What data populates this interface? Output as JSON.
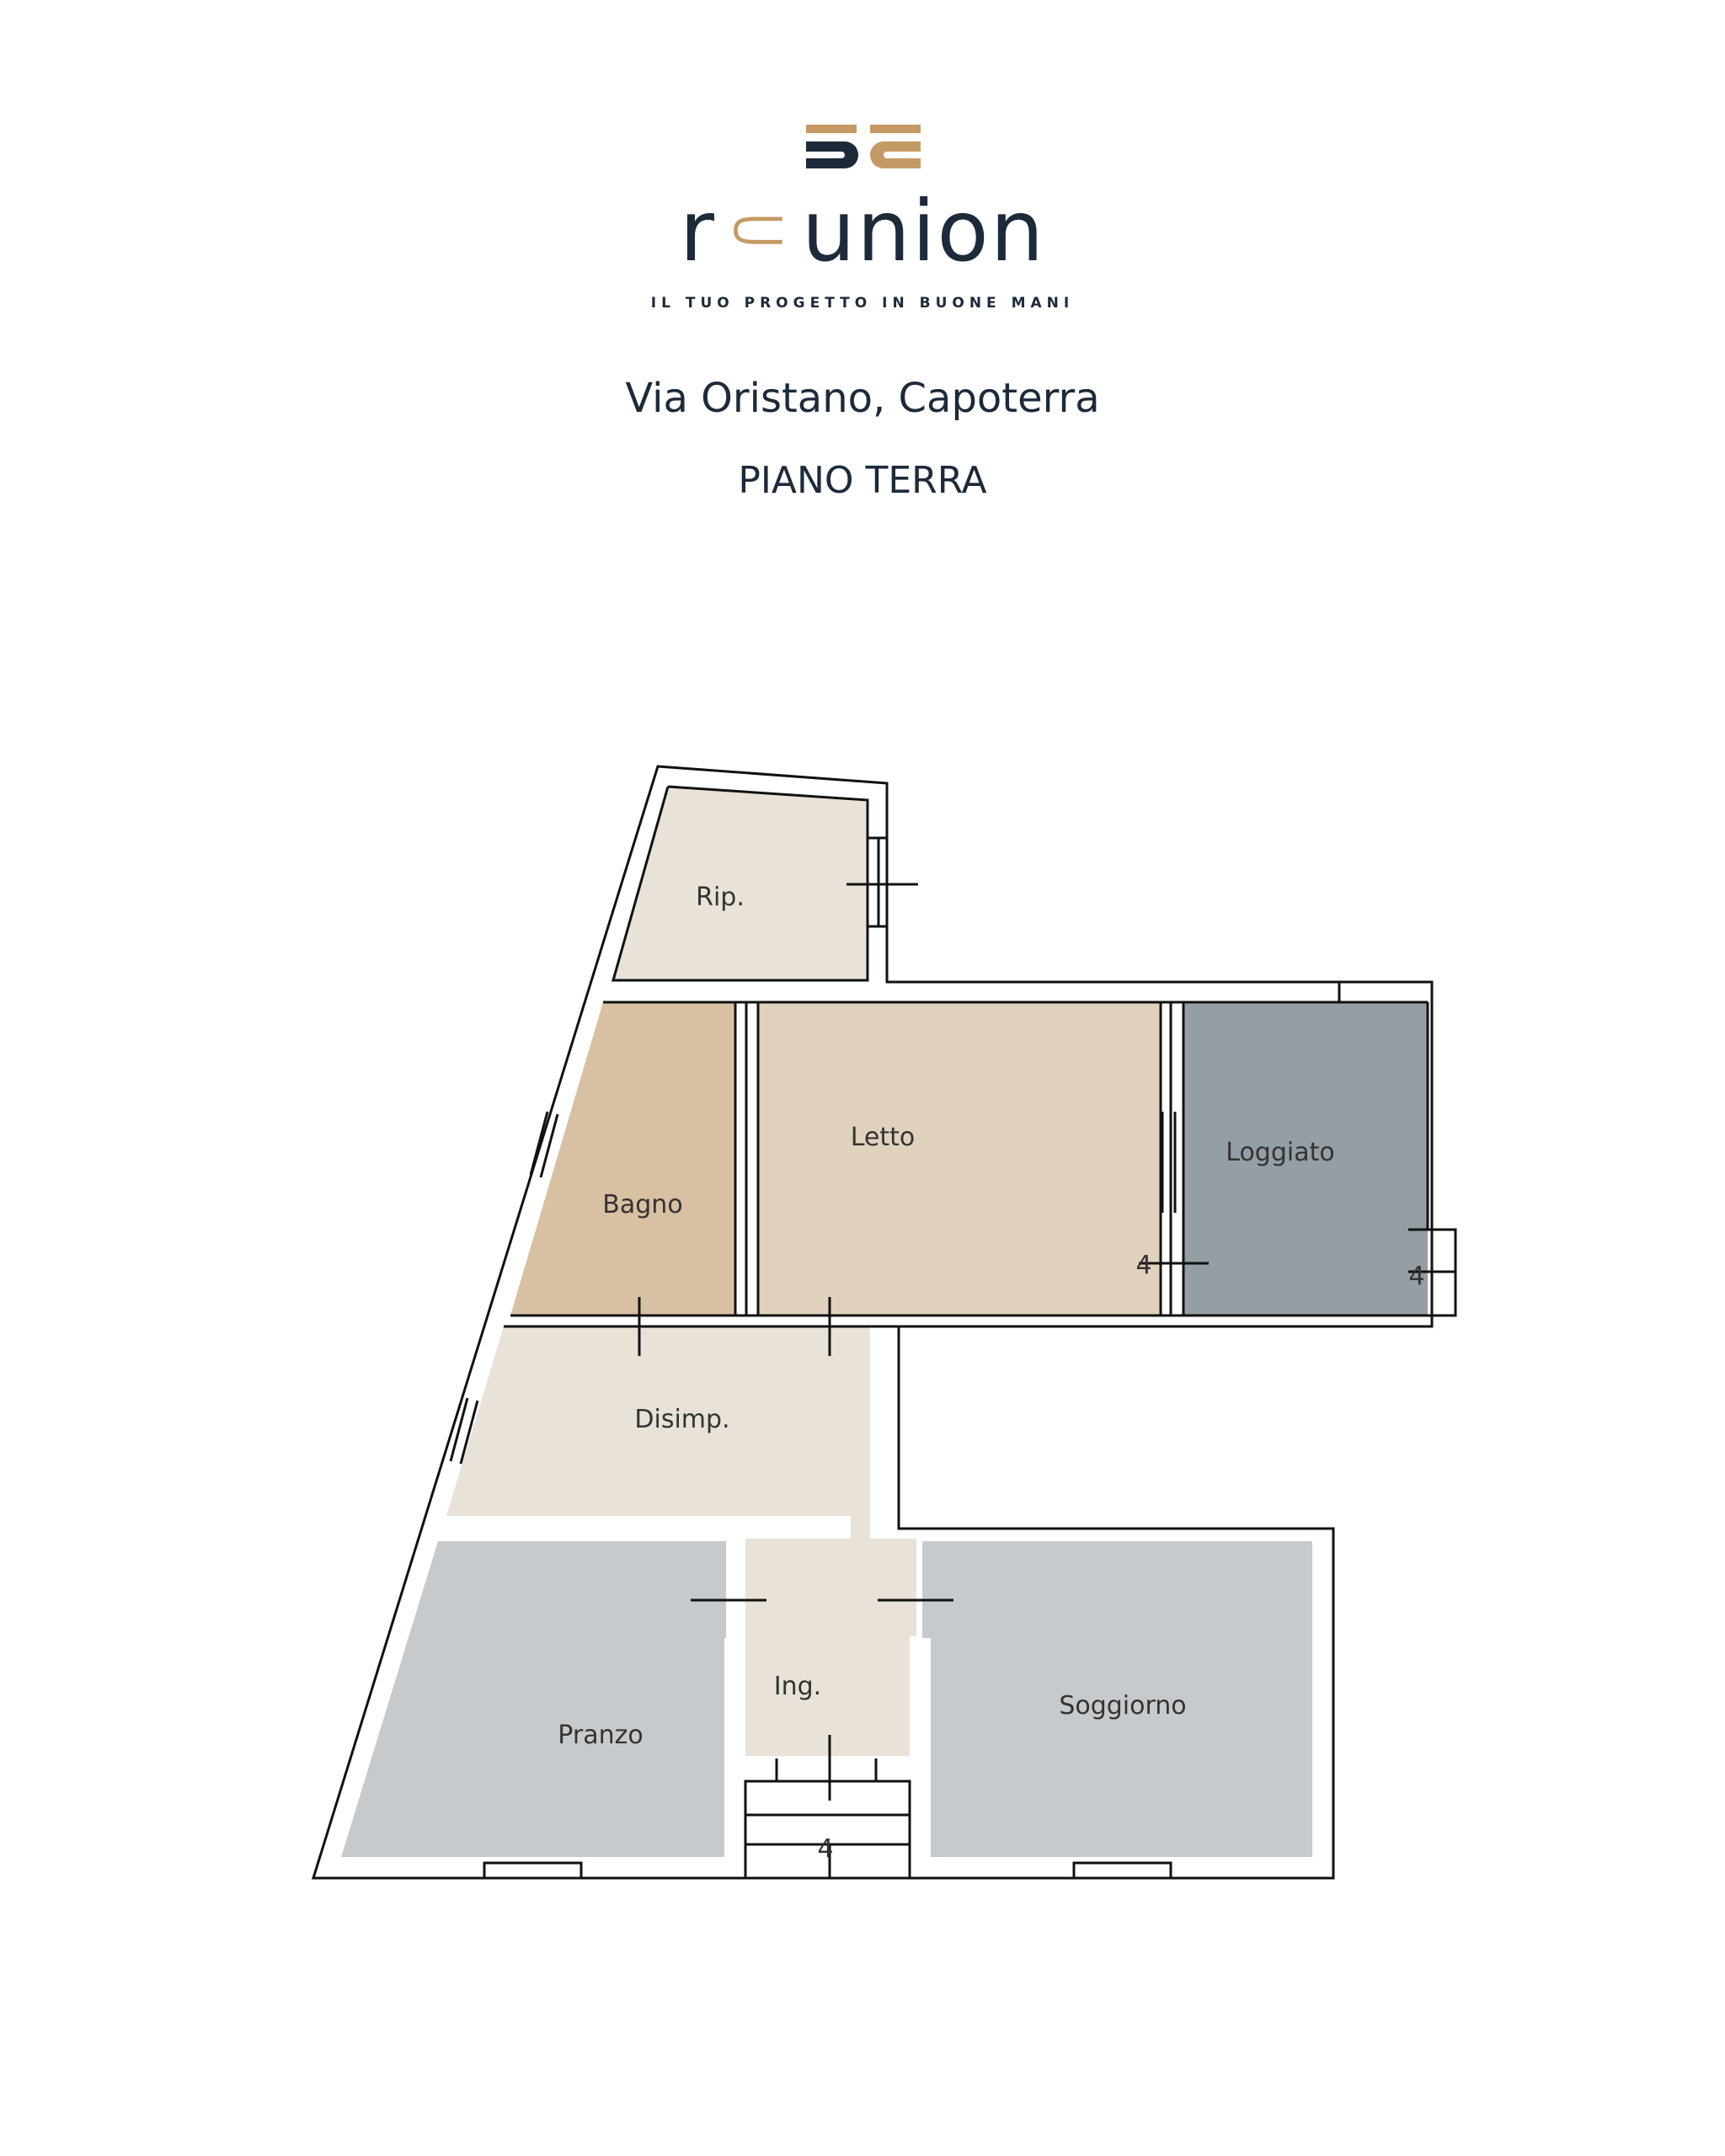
{
  "brand": {
    "name_prefix": "r",
    "name_accent": "⸦",
    "name_suffix": "union",
    "tagline": "IL TUO PROGETTO IN BUONE MANI",
    "colors": {
      "dark": "#1c2a3a",
      "gold": "#c49a64"
    }
  },
  "property": {
    "address": "Via Oristano, Capoterra",
    "floor": "PIANO TERRA"
  },
  "floorplan": {
    "rooms": {
      "rip": {
        "label": "Rip.",
        "color": "#e8e2d8"
      },
      "bagno": {
        "label": "Bagno",
        "color": "#d8c0a3"
      },
      "letto": {
        "label": "Letto",
        "color": "#e1d2bd"
      },
      "loggiato": {
        "label": "Loggiato",
        "color": "#959ea4"
      },
      "disimp": {
        "label": "Disimp.",
        "color": "#e8e2d8"
      },
      "ing": {
        "label": "Ing.",
        "color": "#e8e2d8"
      },
      "pranzo": {
        "label": "Pranzo",
        "color": "#c7cacd"
      },
      "soggiorno": {
        "label": "Soggiorno",
        "color": "#c7cacd"
      }
    },
    "stair_mark": "4",
    "step_mark_right": "4",
    "step_mark_letto": "4"
  }
}
